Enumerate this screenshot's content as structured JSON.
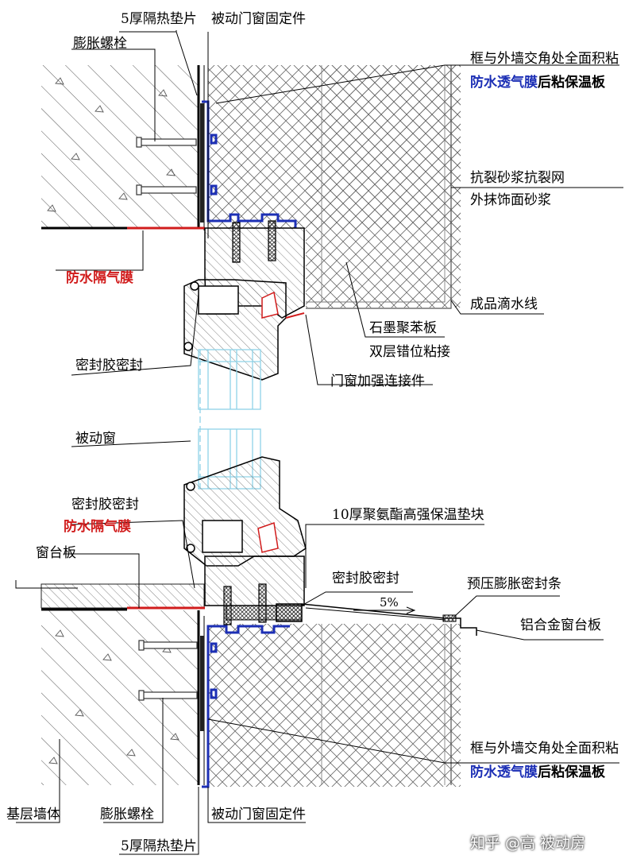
{
  "labels": {
    "top_pad": "5厚隔热垫片",
    "top_fixing": "被动门窗固定件",
    "top_bolt": "膨胀螺栓",
    "top_corner_1": "框与外墙交角处全面积粘",
    "top_corner_2_blue": "防水透气膜",
    "top_corner_2_rest": "后粘保温板",
    "mesh_1": "抗裂砂浆抗裂网",
    "mesh_2": "外抹饰面砂浆",
    "top_vapor": "防水隔气膜",
    "drip": "成品滴水线",
    "eps_1": "石墨聚苯板",
    "eps_2": "双层错位粘接",
    "top_sealant": "密封胶密封",
    "connector": "门窗加强连接件",
    "passive_window": "被动窗",
    "bottom_sealant": "密封胶密封",
    "pu_block": "10厚聚氨酯高强保温垫块",
    "bottom_vapor": "防水隔气膜",
    "sill_board": "窗台板",
    "right_sealant": "密封胶密封",
    "compress_strip": "预压膨胀密封条",
    "slope": "5%",
    "alu_sill": "铝合金窗台板",
    "bottom_corner_1": "框与外墙交角处全面积粘",
    "bottom_corner_2_blue": "防水透气膜",
    "bottom_corner_2_rest": "后粘保温板",
    "base_wall": "基层墙体",
    "bottom_bolt": "膨胀螺栓",
    "bottom_fixing": "被动门窗固定件",
    "bottom_pad": "5厚隔热垫片"
  },
  "watermark": "知乎 @高 被动房",
  "colors": {
    "ink": "#000000",
    "blue": "#1c2fb5",
    "red": "#d11c1c",
    "glass": "#8fd3e8",
    "hatch": "#444444",
    "eps": "#6a6a6a"
  }
}
